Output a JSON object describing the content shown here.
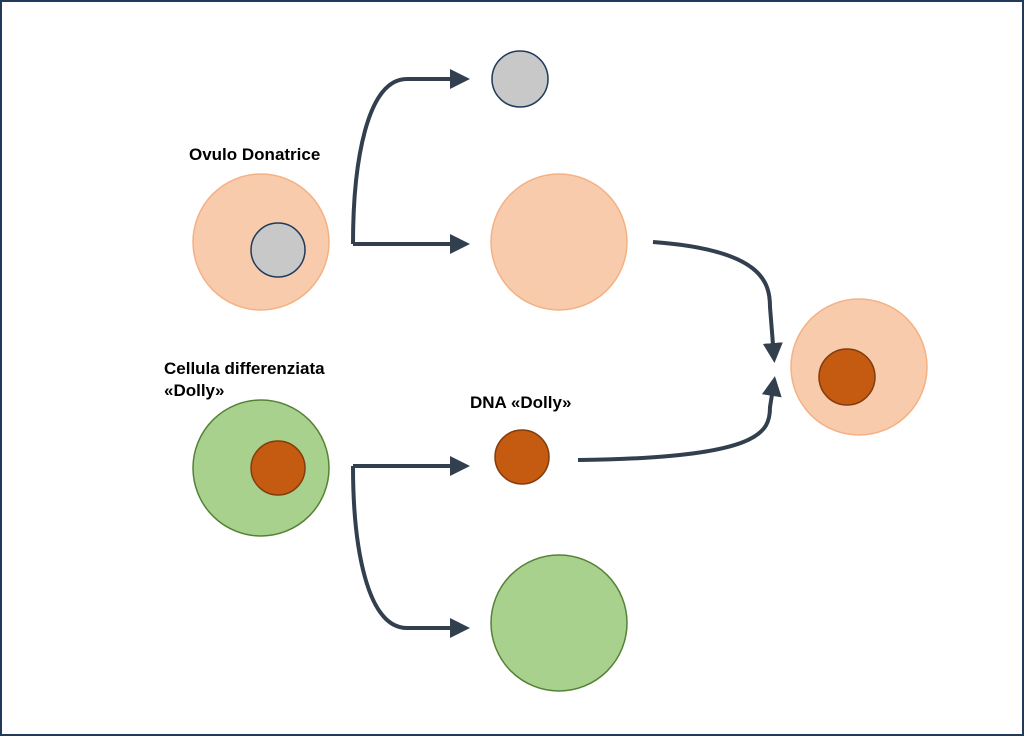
{
  "labels": {
    "donor_egg": "Ovulo Donatrice",
    "differentiated_cell_line1": "Cellula differenziata",
    "differentiated_cell_line2": "«Dolly»",
    "dolly_dna": "DNA «Dolly»"
  },
  "colors": {
    "egg_fill": "#f8cbad",
    "egg_stroke": "#f4b183",
    "nucleus_gray_fill": "#c8c8c8",
    "nucleus_gray_stroke": "#1f3a5a",
    "cell_green_fill": "#a9d18e",
    "cell_green_stroke": "#548235",
    "dna_fill": "#c55a11",
    "dna_stroke": "#843c0c",
    "arrow": "#323f4f",
    "border": "#1f3a5a"
  }
}
